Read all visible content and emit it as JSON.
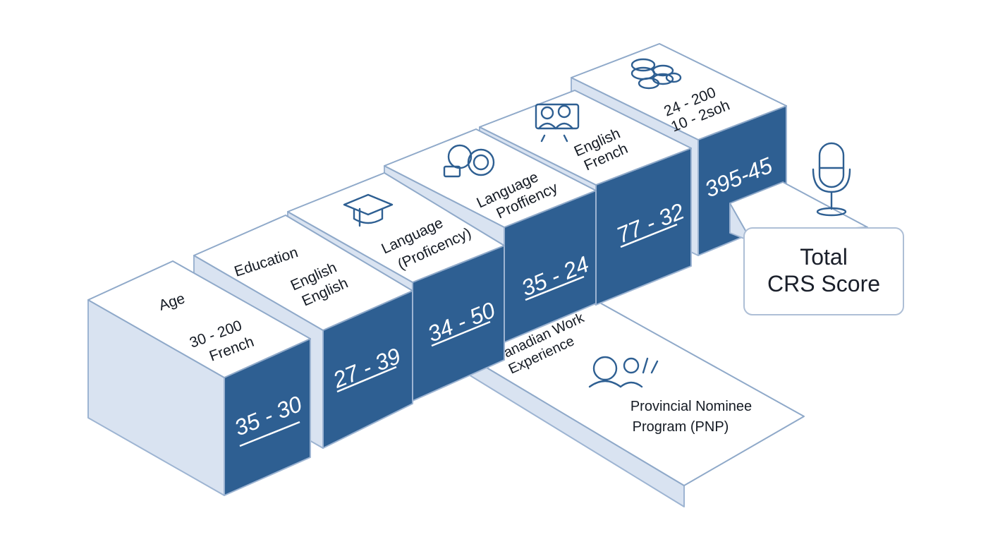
{
  "blocks": [
    {
      "title": "Age",
      "line1": "30 - 200",
      "line2": "French",
      "value": "35 - 30"
    },
    {
      "title": "Education",
      "line1": "English",
      "line2": "English",
      "value": "27 - 39",
      "icon": "graduation-cap-icon"
    },
    {
      "title": "Language",
      "line1": "(Proficency)",
      "value": "34 - 50",
      "icon": "coins-icon"
    },
    {
      "title": "Language",
      "line1": "Proffiency",
      "value": "35 - 24",
      "icon": "people-icon"
    },
    {
      "title": "English",
      "line1": "French",
      "value": "77 - 32",
      "icon": "coin-stack-icon"
    },
    {
      "title": "24 - 200",
      "line1": "10 - 2soh",
      "value": "395-45"
    }
  ],
  "ramp": {
    "title_line1": "Canadian Work",
    "title_line2": "Experience",
    "subtitle_line1": "Provincial Nominee",
    "subtitle_line2": "Program (PNP)",
    "icon": "person-icon"
  },
  "total": {
    "line1": "Total",
    "line2": "CRS Score",
    "icon": "microphone-icon"
  },
  "colors": {
    "front": "#2e5f92",
    "side": "#d9e3f1",
    "outline": "#8fa9c9"
  }
}
